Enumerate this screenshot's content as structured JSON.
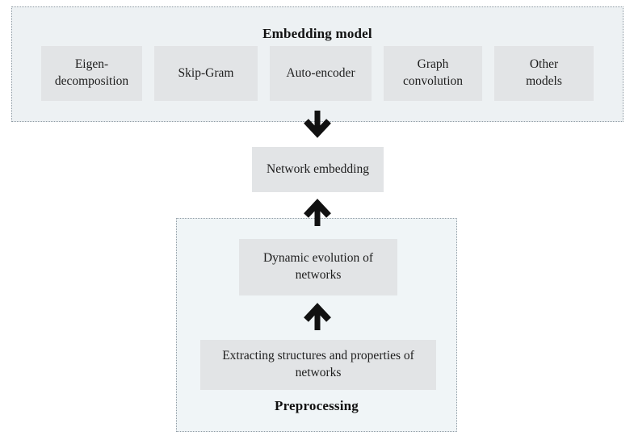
{
  "diagram": {
    "embedding_section": {
      "title": "Embedding model",
      "models": [
        "Eigen-\ndecomposition",
        "Skip-Gram",
        "Auto-encoder",
        "Graph\nconvolution",
        "Other\nmodels"
      ]
    },
    "center_node": {
      "label": "Network embedding"
    },
    "preprocessing_section": {
      "title": "Preprocessing",
      "steps": {
        "dynamic_evolution": "Dynamic evolution of\nnetworks",
        "extracting": "Extracting structures and properties of\nnetworks"
      }
    }
  },
  "colors": {
    "embedding_container_fill": "#edf1f3",
    "preprocessing_container_fill": "#f0f5f7",
    "node_fill": "#e2e4e6",
    "container_border": "#8f9ba4",
    "arrow": "#111111",
    "text": "#1a1a1a"
  }
}
